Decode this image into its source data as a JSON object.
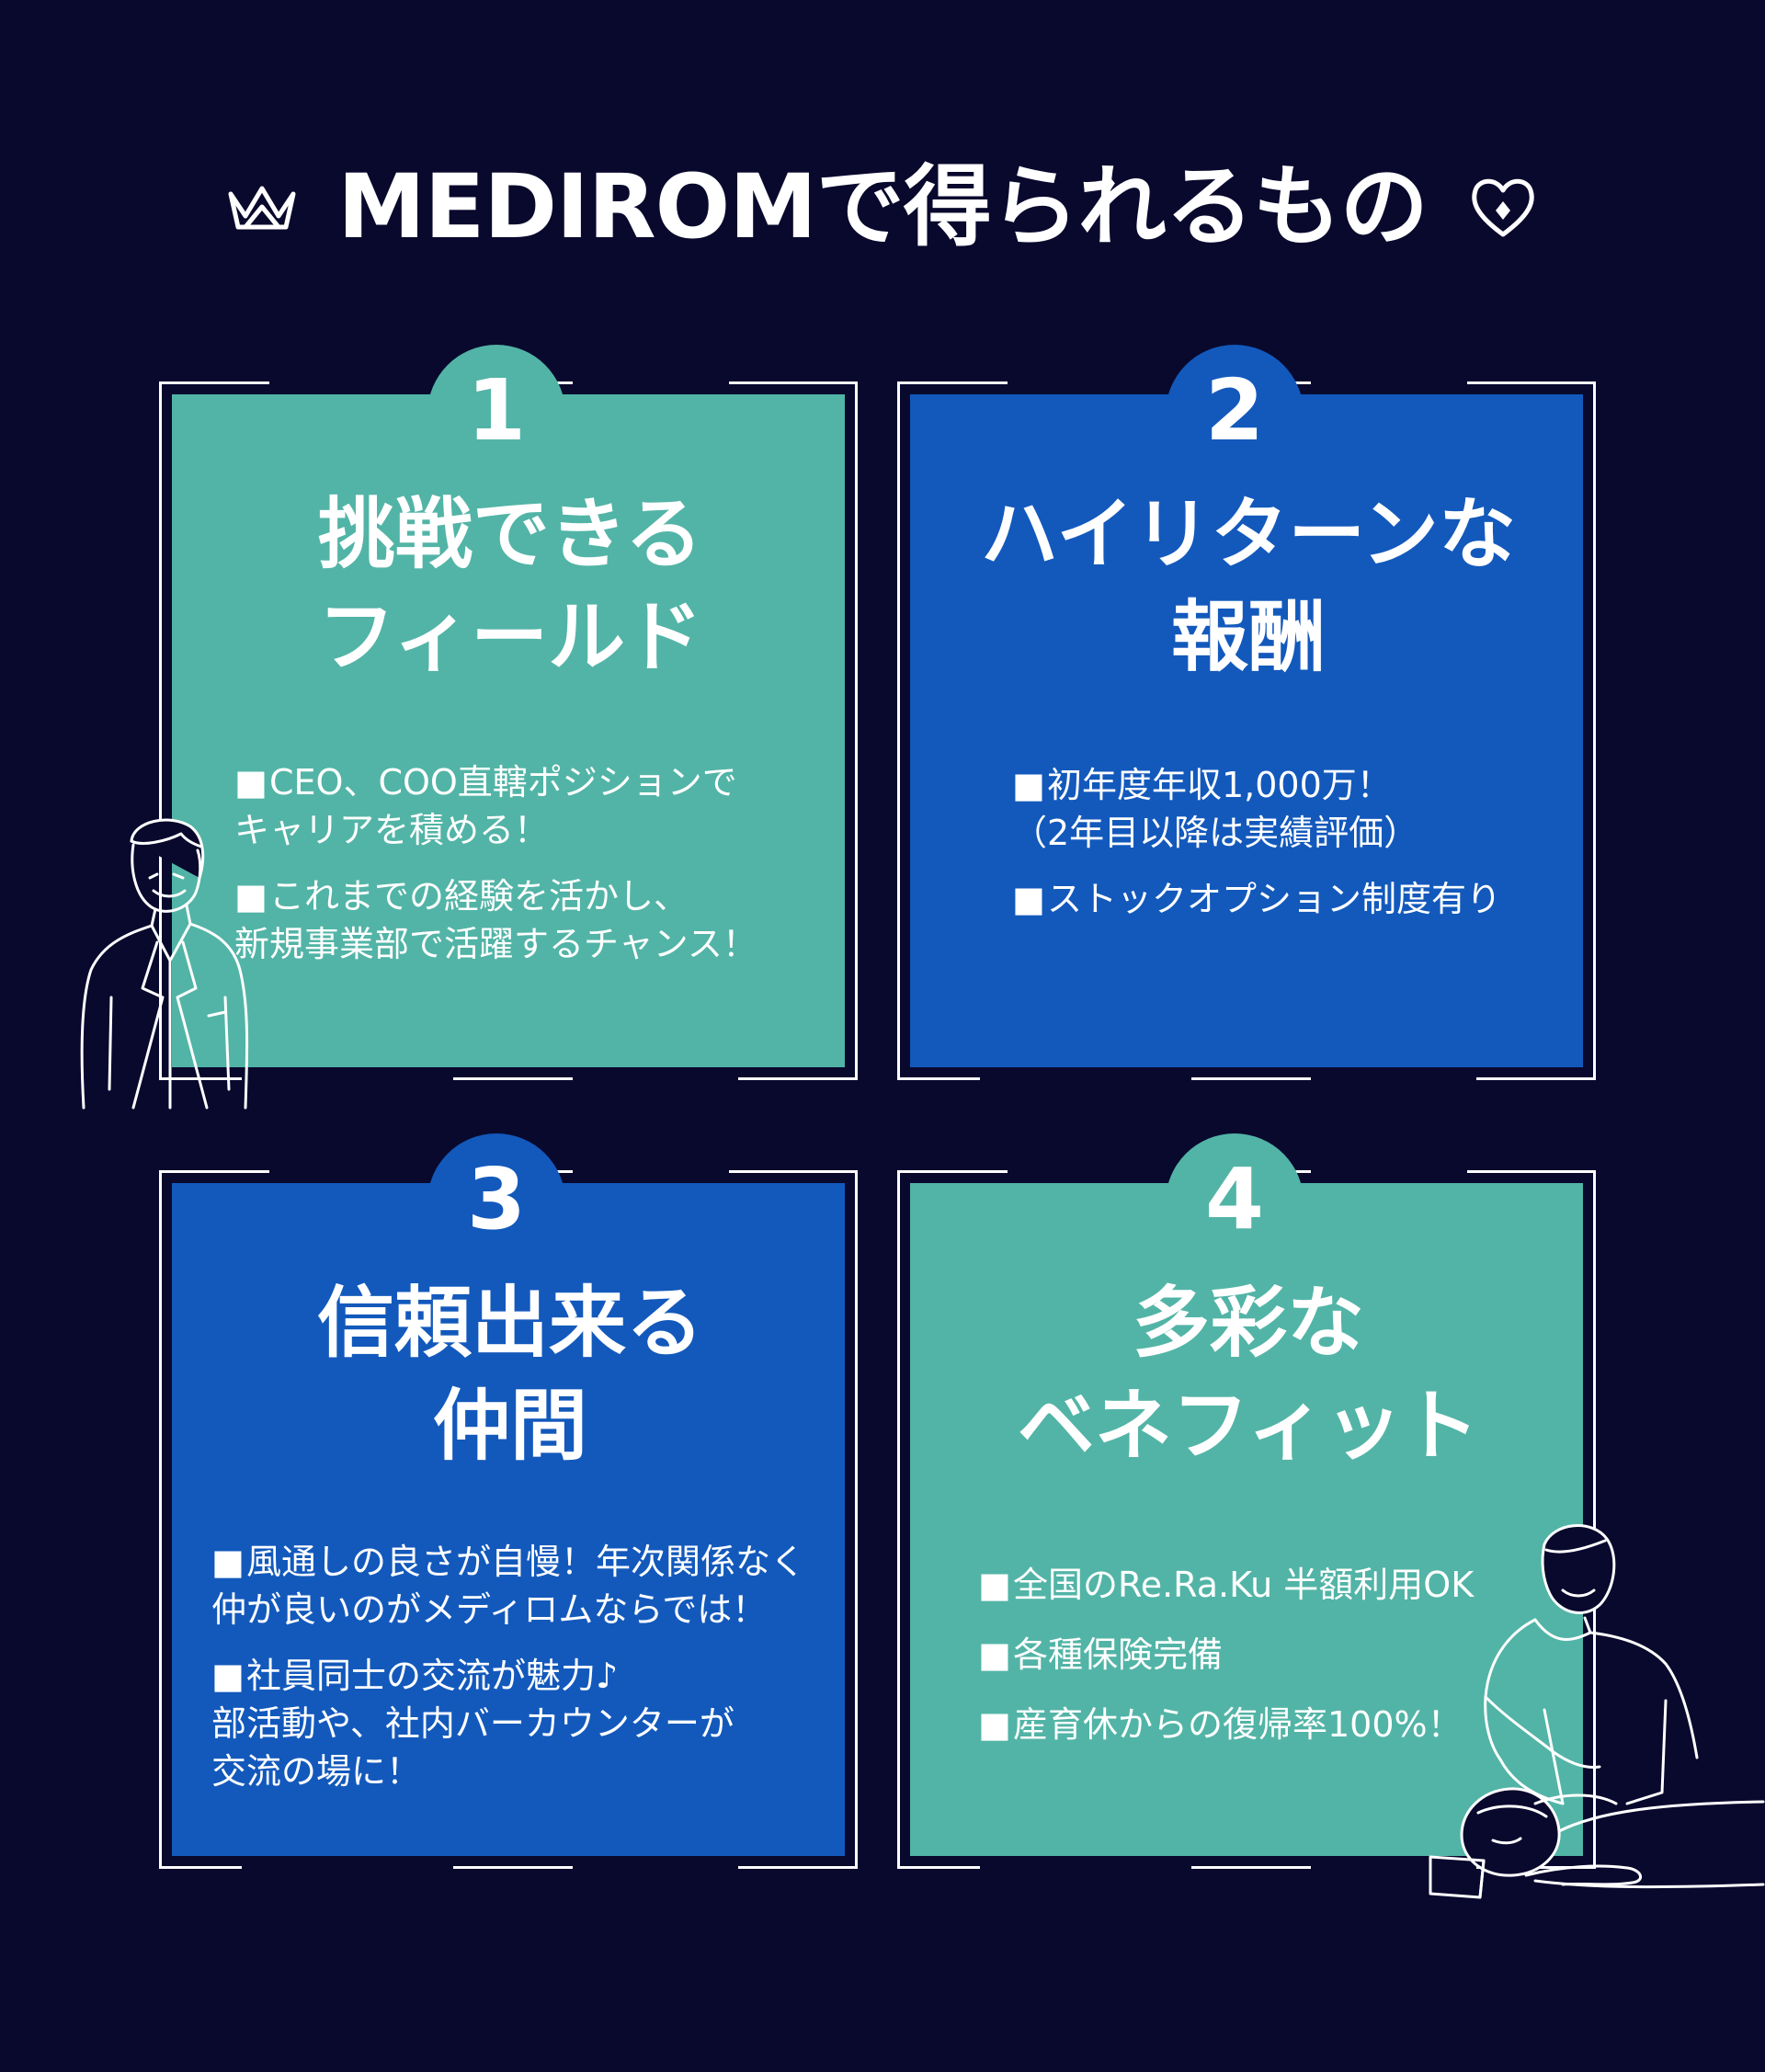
{
  "header": {
    "title": "MEDIROMで得られるもの",
    "left_icon": "crown-icon",
    "right_icon": "heart-icon"
  },
  "colors": {
    "background": "#09092e",
    "teal": "#52b4a6",
    "blue": "#1359bc",
    "text": "#ffffff"
  },
  "cards": [
    {
      "number": "1",
      "title_lines": [
        "挑戦できる",
        "フィールド"
      ],
      "bullets": [
        {
          "marker": "■",
          "lines": [
            "CEO、COO直轄ポジションで",
            "キャリアを積める！"
          ]
        },
        {
          "marker": "■",
          "lines": [
            "これまでの経験を活かし、",
            "新規事業部で活躍するチャンス！"
          ]
        }
      ]
    },
    {
      "number": "2",
      "title_lines": [
        "ハイリターンな",
        "報酬"
      ],
      "bullets": [
        {
          "marker": "■",
          "lines": [
            "初年度年収1,000万！",
            "（2年目以降は実績評価）"
          ]
        },
        {
          "marker": "■",
          "lines": [
            "ストックオプション制度有り"
          ]
        }
      ]
    },
    {
      "number": "3",
      "title_lines": [
        "信頼出来る",
        "仲間"
      ],
      "bullets": [
        {
          "marker": "■",
          "lines": [
            "風通しの良さが自慢！年次関係なく",
            "仲が良いのがメディロムならでは！"
          ]
        },
        {
          "marker": "■",
          "lines": [
            "社員同士の交流が魅力♪",
            "部活動や、社内バーカウンターが",
            "交流の場に！"
          ]
        }
      ]
    },
    {
      "number": "4",
      "title_lines": [
        "多彩な",
        "ベネフィット"
      ],
      "bullets": [
        {
          "marker": "■",
          "lines": [
            "全国のRe.Ra.Ku 半額利用OK"
          ]
        },
        {
          "marker": "■",
          "lines": [
            "各種保険完備"
          ]
        },
        {
          "marker": "■",
          "lines": [
            "産育休からの復帰率100%！"
          ]
        }
      ]
    }
  ],
  "illustrations": {
    "left": "businessman-illustration",
    "right": "massage-therapist-illustration"
  }
}
